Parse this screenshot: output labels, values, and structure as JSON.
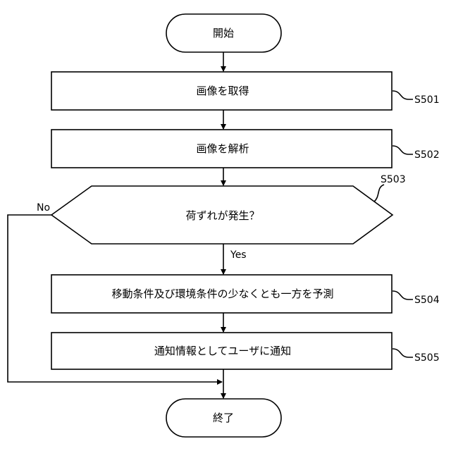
{
  "flowchart": {
    "start": {
      "label": "開始"
    },
    "end": {
      "label": "終了"
    },
    "steps": [
      {
        "id": "S501",
        "label": "画像を取得"
      },
      {
        "id": "S502",
        "label": "画像を解析"
      },
      {
        "id": "S503",
        "label": "荷ずれが発生？"
      },
      {
        "id": "S504",
        "label": "移動条件及び環境条件の少なくとも一方を予測"
      },
      {
        "id": "S505",
        "label": "通知情報としてユーザに通知"
      }
    ],
    "branches": {
      "yes": "Yes",
      "no": "No"
    }
  }
}
